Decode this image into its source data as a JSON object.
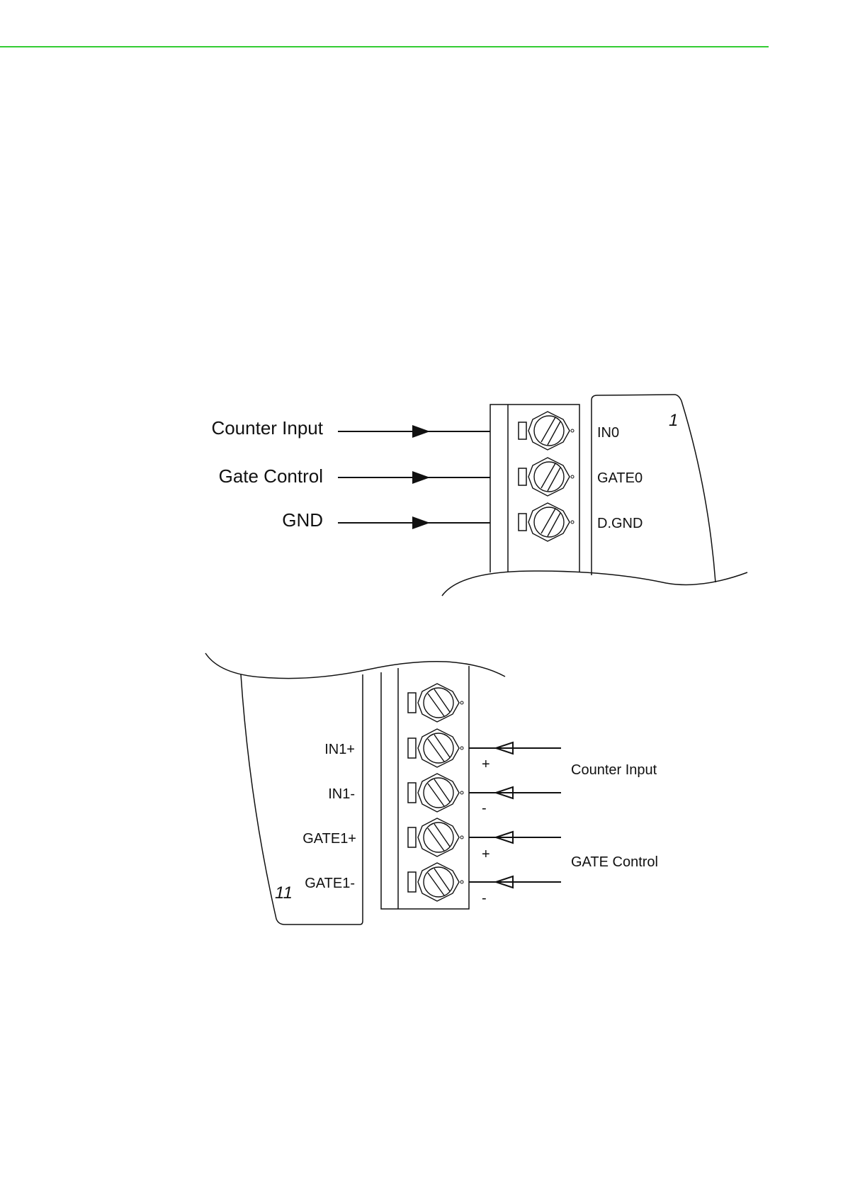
{
  "header": {
    "rule_color": "#33cc33"
  },
  "diagram_top": {
    "signals": [
      "Counter Input",
      "Gate Control",
      "GND"
    ],
    "pins": [
      "IN0",
      "GATE0",
      "D.GND"
    ],
    "pin_number": "1"
  },
  "diagram_bottom": {
    "pins": [
      "IN1+",
      "IN1-",
      "GATE1+",
      "GATE1-"
    ],
    "pin_number": "11",
    "polarity": [
      "+",
      "-",
      "+",
      "-"
    ],
    "signals": [
      "Counter Input",
      "GATE Control"
    ]
  }
}
